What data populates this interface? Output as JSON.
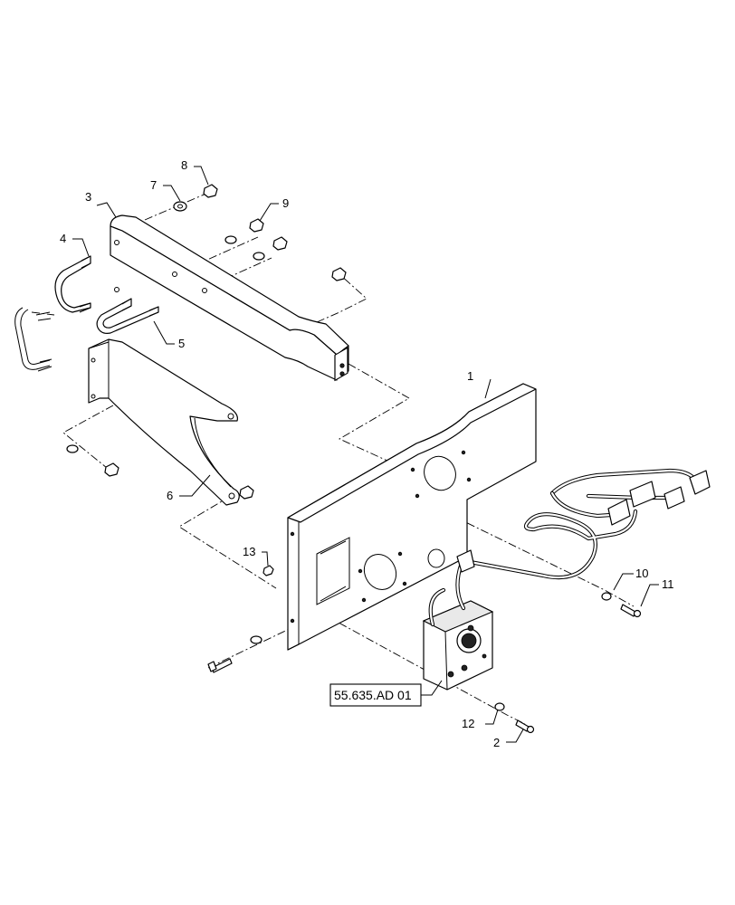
{
  "callouts": {
    "c1": "1",
    "c2": "2",
    "c3": "3",
    "c4": "4",
    "c5": "5",
    "c6": "6",
    "c7": "7",
    "c8": "8",
    "c9": "9",
    "c10": "10",
    "c11": "11",
    "c12": "12",
    "c13": "13"
  },
  "reference": {
    "label": "55.635.AD 01"
  },
  "colors": {
    "line": "#000000",
    "background": "#ffffff"
  }
}
